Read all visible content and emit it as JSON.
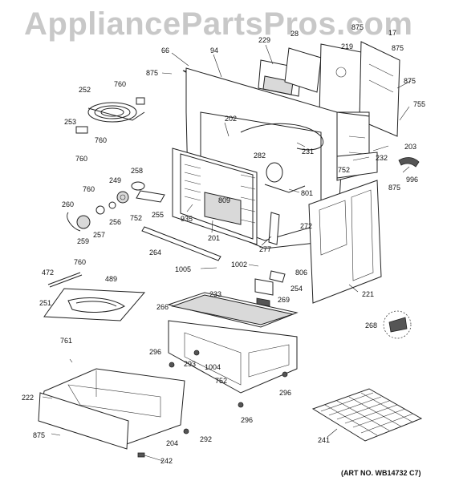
{
  "watermark": "AppliancePartsPros.com",
  "art_number": "(ART NO. WB14732 C7)",
  "callouts": [
    "66",
    "94",
    "875",
    "229",
    "28",
    "219",
    "875",
    "17",
    "875",
    "875",
    "755",
    "252",
    "760",
    "253",
    "760",
    "760",
    "202",
    "231",
    "203",
    "282",
    "232",
    "752",
    "996",
    "249",
    "258",
    "760",
    "809",
    "801",
    "875",
    "260",
    "256",
    "257",
    "752",
    "255",
    "935",
    "201",
    "272",
    "259",
    "264",
    "277",
    "221",
    "1005",
    "1002",
    "806",
    "472",
    "760",
    "489",
    "254",
    "269",
    "251",
    "233",
    "266",
    "268",
    "761",
    "296",
    "293",
    "1004",
    "752",
    "296",
    "222",
    "296",
    "875",
    "204",
    "292",
    "241",
    "242"
  ]
}
